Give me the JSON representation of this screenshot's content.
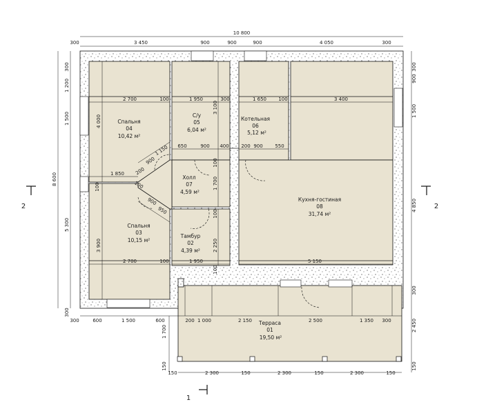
{
  "dims": {
    "top_total": "10 800",
    "top": [
      "300",
      "3 450",
      "900",
      "900",
      "900",
      "4 050",
      "300"
    ],
    "left_total": "8 600",
    "left_outer": [
      "300",
      "1 200",
      "1 500",
      "5 300",
      "300"
    ],
    "left_inner": [
      "4 000",
      "3 900"
    ],
    "right": [
      "300",
      "900",
      "1 500",
      "4 850",
      "300",
      "2 450",
      "150"
    ],
    "bottom": [
      "300",
      "600",
      "1 500",
      "600"
    ],
    "terrace_left": [
      "1 700",
      "150"
    ],
    "terrace_bottom": [
      "150",
      "2 300",
      "150",
      "2 300",
      "150",
      "2 300",
      "150"
    ],
    "terrace_top": [
      "200",
      "1 000",
      "2 150",
      "2 500",
      "1 350",
      "300"
    ],
    "internal": {
      "r04_w": "2 700",
      "r04_p": "100",
      "r05_w": "1 950",
      "r05_p": "300",
      "r05_h": "3 100",
      "r06_w": "1 650",
      "r06_p": "100",
      "r08_w": "3 400",
      "hall_top": [
        "650",
        "900",
        "400"
      ],
      "r06_bottom": [
        "200",
        "900",
        "550"
      ],
      "diag_a": "900",
      "diag_b": "1 150",
      "diag_c": "900",
      "diag_d": "950",
      "hall_w": "1 850",
      "hall_h": "1 700",
      "hall_p": "100",
      "hall_p2": "100",
      "r03_w": "2 700",
      "r03_p": "100",
      "r03_h": "3 900",
      "r02_w": "1 950",
      "r02_h": "2 250",
      "r02_p": "100",
      "r08_bw": "5 150",
      "d_200": "200",
      "d_100": "100",
      "d_100b": "100"
    }
  },
  "rooms": [
    {
      "name": "Спальня",
      "num": "04",
      "area": "10,42 м²"
    },
    {
      "name": "С/у",
      "num": "05",
      "area": "6,04 м²"
    },
    {
      "name": "Котельная",
      "num": "06",
      "area": "5,12 м²"
    },
    {
      "name": "Холл",
      "num": "07",
      "area": "4,59 м²"
    },
    {
      "name": "Кухня-гостиная",
      "num": "08",
      "area": "31,74 м²"
    },
    {
      "name": "Спальня",
      "num": "03",
      "area": "10,15 м²"
    },
    {
      "name": "Тамбур",
      "num": "02",
      "area": "4,39 м²"
    },
    {
      "name": "Терраса",
      "num": "01",
      "area": "19,50 м²"
    }
  ],
  "sections": {
    "left": "2",
    "right": "2",
    "bottom": "1"
  }
}
